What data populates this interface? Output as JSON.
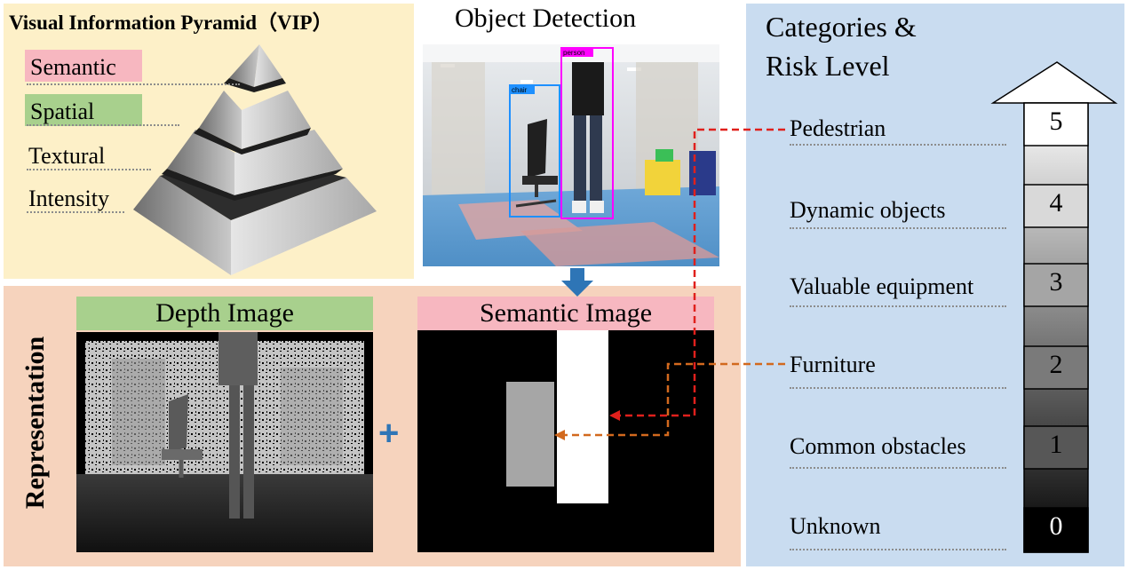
{
  "vip": {
    "title": "Visual Information Pyramid（VIP）",
    "levels": [
      {
        "label": "Semantic",
        "color": "#f7b7c0"
      },
      {
        "label": "Spatial",
        "color": "#a8d08d"
      },
      {
        "label": "Textural",
        "color": ""
      },
      {
        "label": "Intensity",
        "color": ""
      }
    ]
  },
  "detection": {
    "title": "Object Detection",
    "boxes": [
      {
        "label": "person",
        "color": "#ff00ff"
      },
      {
        "label": "chair",
        "color": "#1e90ff"
      }
    ]
  },
  "representation": {
    "label": "Representation",
    "depth_title": "Depth Image",
    "depth_title_color": "#a8d08d",
    "semantic_title": "Semantic Image",
    "semantic_title_color": "#f7b7c0",
    "plus": "+"
  },
  "categories": {
    "title_line1": "Categories &",
    "title_line2": "Risk Level",
    "items": [
      "Pedestrian",
      "Dynamic objects",
      "Valuable equipment",
      "Furniture",
      "Common obstacles",
      "Unknown"
    ],
    "levels": [
      "5",
      "4",
      "3",
      "2",
      "1",
      "0"
    ]
  },
  "colors": {
    "pedestrian_arrow": "#e0201c",
    "furniture_arrow": "#d2691e",
    "down_arrow": "#2e75b6"
  }
}
